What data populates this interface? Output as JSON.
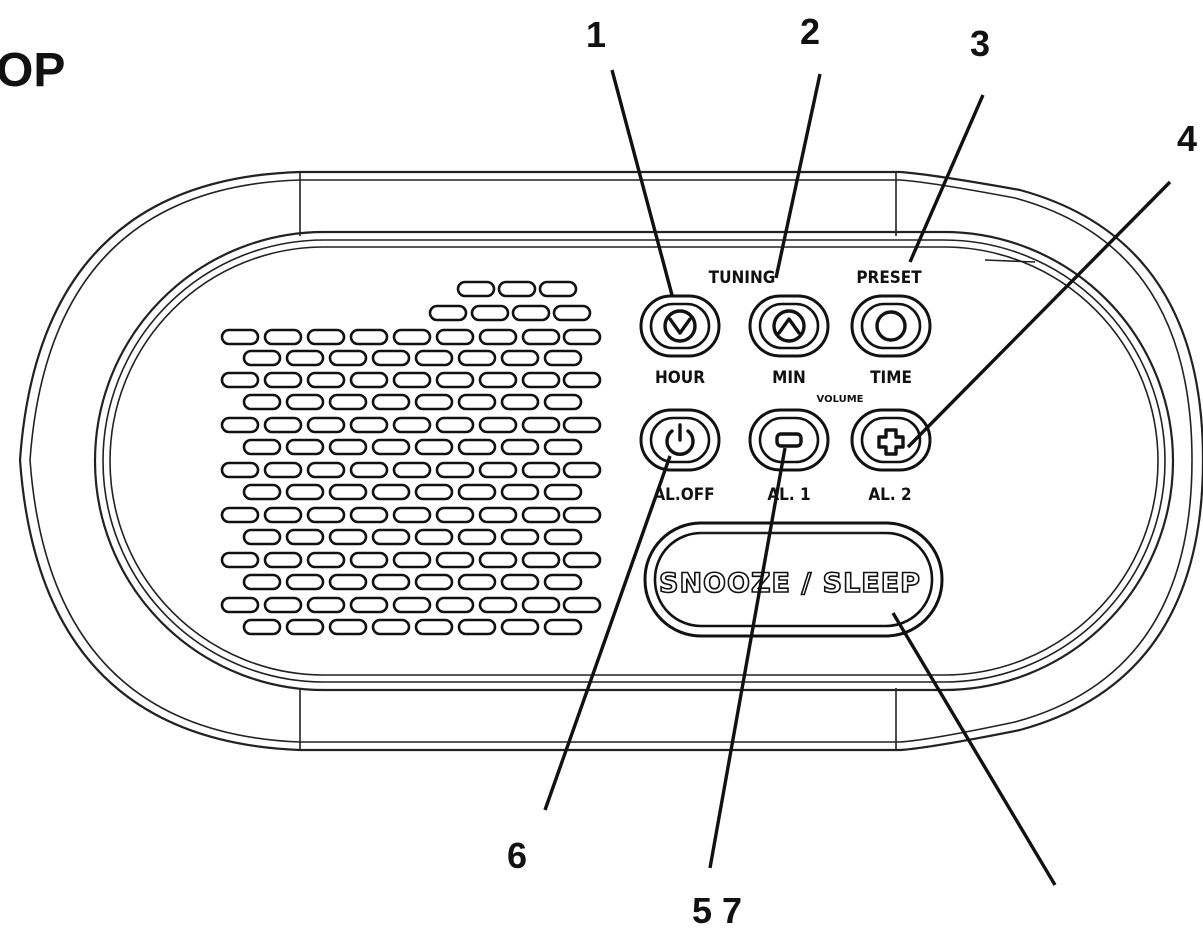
{
  "heading": "OP",
  "callouts": {
    "c1": "1",
    "c2": "2",
    "c3": "3",
    "c4": "4",
    "c6": "6",
    "c57": "5 7"
  },
  "labels": {
    "tuning": "TUNING",
    "preset": "PRESET",
    "hour": "HOUR",
    "min": "MIN",
    "time": "TIME",
    "volume": "VOLUME",
    "al_off": "AL.OFF",
    "al1": "AL. 1",
    "al2": "AL. 2",
    "snooze_sleep": "SNOOZE / SLEEP"
  },
  "icons": {
    "tuning_down": "chevron-down-icon",
    "tuning_up": "chevron-up-icon",
    "preset": "circle-icon",
    "power": "power-icon",
    "volume_down": "minus-icon",
    "volume_up": "plus-icon"
  },
  "colors": {
    "line": "#111111",
    "background": "#ffffff"
  }
}
